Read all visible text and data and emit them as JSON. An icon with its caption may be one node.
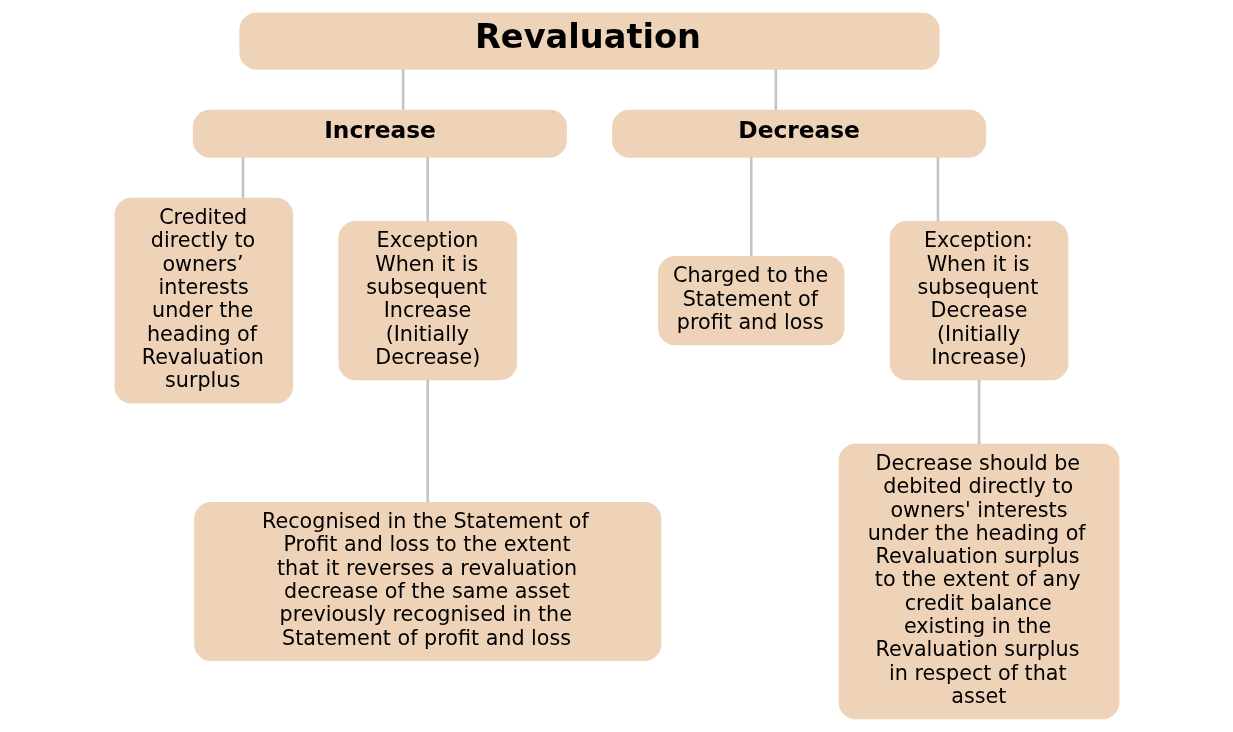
{
  "diagram": {
    "nodes": [
      {
        "text": [
          "Revaluation"
        ]
      },
      {
        "text": [
          "Increase"
        ]
      },
      {
        "text": [
          "Decrease"
        ]
      },
      {
        "text": [
          "Credited directly to owners’ interests under the heading of Revaluation surplus"
        ]
      },
      {
        "text": [
          "Exception When it is subsequent Increase (Initially Decrease)"
        ]
      },
      {
        "text": [
          "Recognised in the Statement of Profit and loss to the extent that it reverses a revaluation decrease of the same asset previously recognised in the Statement of profit and loss"
        ]
      },
      {
        "text": [
          "Charged to the Statement of profit and loss"
        ]
      },
      {
        "text": [
          "Exception: When it is subsequent Decrease (Initially Increase)"
        ]
      },
      {
        "text": [
          "Decrease should be debited directly to owners' interests under the heading of Revaluation surplus to the extent of any credit balance existing in the Revaluation surplus in respect of that asset"
        ]
      }
    ],
    "edges": [
      {
        "from": 0,
        "to": 1,
        "arrow": "none"
      },
      {
        "from": 0,
        "to": 2,
        "arrow": "none"
      },
      {
        "from": 1,
        "to": 3,
        "arrow": "none"
      },
      {
        "from": 1,
        "to": 4,
        "arrow": "none"
      },
      {
        "from": 4,
        "to": 5,
        "arrow": "none"
      },
      {
        "from": 2,
        "to": 6,
        "arrow": "none"
      },
      {
        "from": 2,
        "to": 7,
        "arrow": "none"
      },
      {
        "from": 7,
        "to": 8,
        "arrow": "none"
      }
    ]
  }
}
